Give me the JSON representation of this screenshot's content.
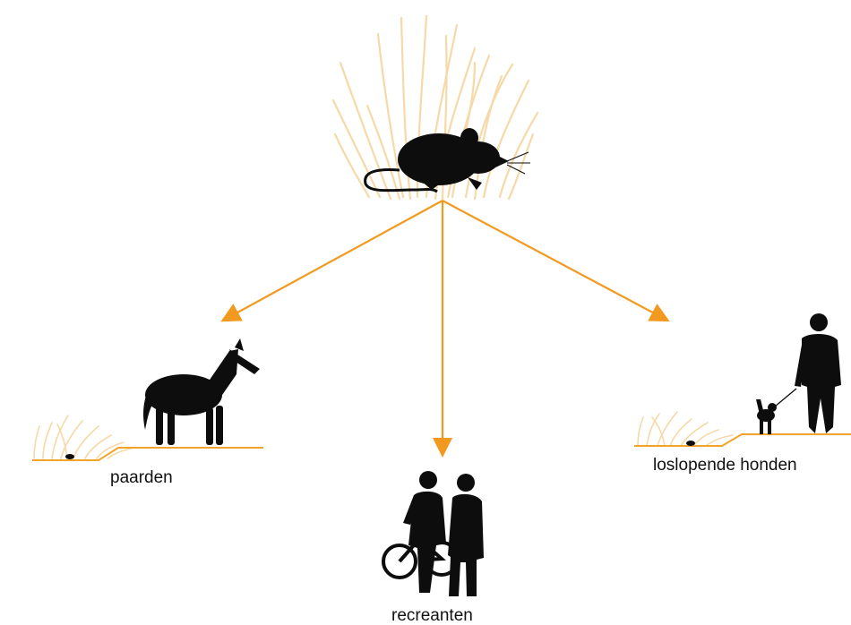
{
  "labels": {
    "horses": "paarden",
    "walkers": "recreanten",
    "dogs": "loslopende honden"
  },
  "colors": {
    "arrow": "#f29a1f",
    "ground": "#f2a32a",
    "grass": "#f6d9a8",
    "silhouette": "#0d0d0d"
  },
  "icons": {
    "center": "mouse-icon",
    "left": "horse-icon",
    "middle": "cyclist-and-walker-icon",
    "right": "person-walking-dog-icon"
  }
}
